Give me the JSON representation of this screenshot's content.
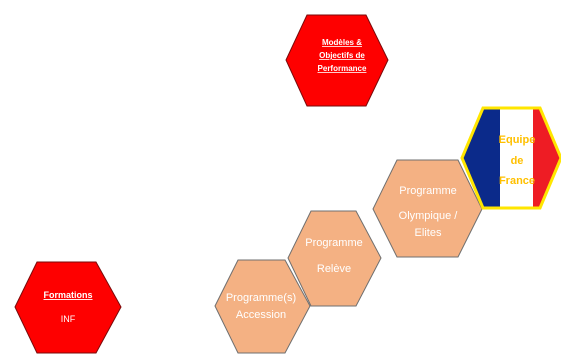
{
  "colors": {
    "red_fill": "#fe0000",
    "red_stroke": "#7a0a0a",
    "tan_fill": "#f4b183",
    "tan_stroke": "#6f6f6f",
    "flag_blue": "#0b2a8a",
    "flag_white": "#ffffff",
    "flag_red": "#ee1c24",
    "flag_border": "#ffe600",
    "flag_text": "#ffc000",
    "tan_text": "#ffffff"
  },
  "top_hexagon": {
    "lines": [
      "Modèles &",
      "Objectifs de",
      "Performance"
    ]
  },
  "formations_hexagon": {
    "title": "Formations",
    "subtitle": "INF"
  },
  "accession_hexagon": {
    "lines": [
      "Programme(s)",
      "Accession"
    ]
  },
  "releve_hexagon": {
    "lines": [
      "Programme",
      "Relève"
    ]
  },
  "olympique_hexagon": {
    "lines": [
      "Programme",
      "Olympique /",
      "Elites"
    ]
  },
  "france_hexagon": {
    "lines": [
      "Equipe",
      "de",
      "France"
    ]
  }
}
